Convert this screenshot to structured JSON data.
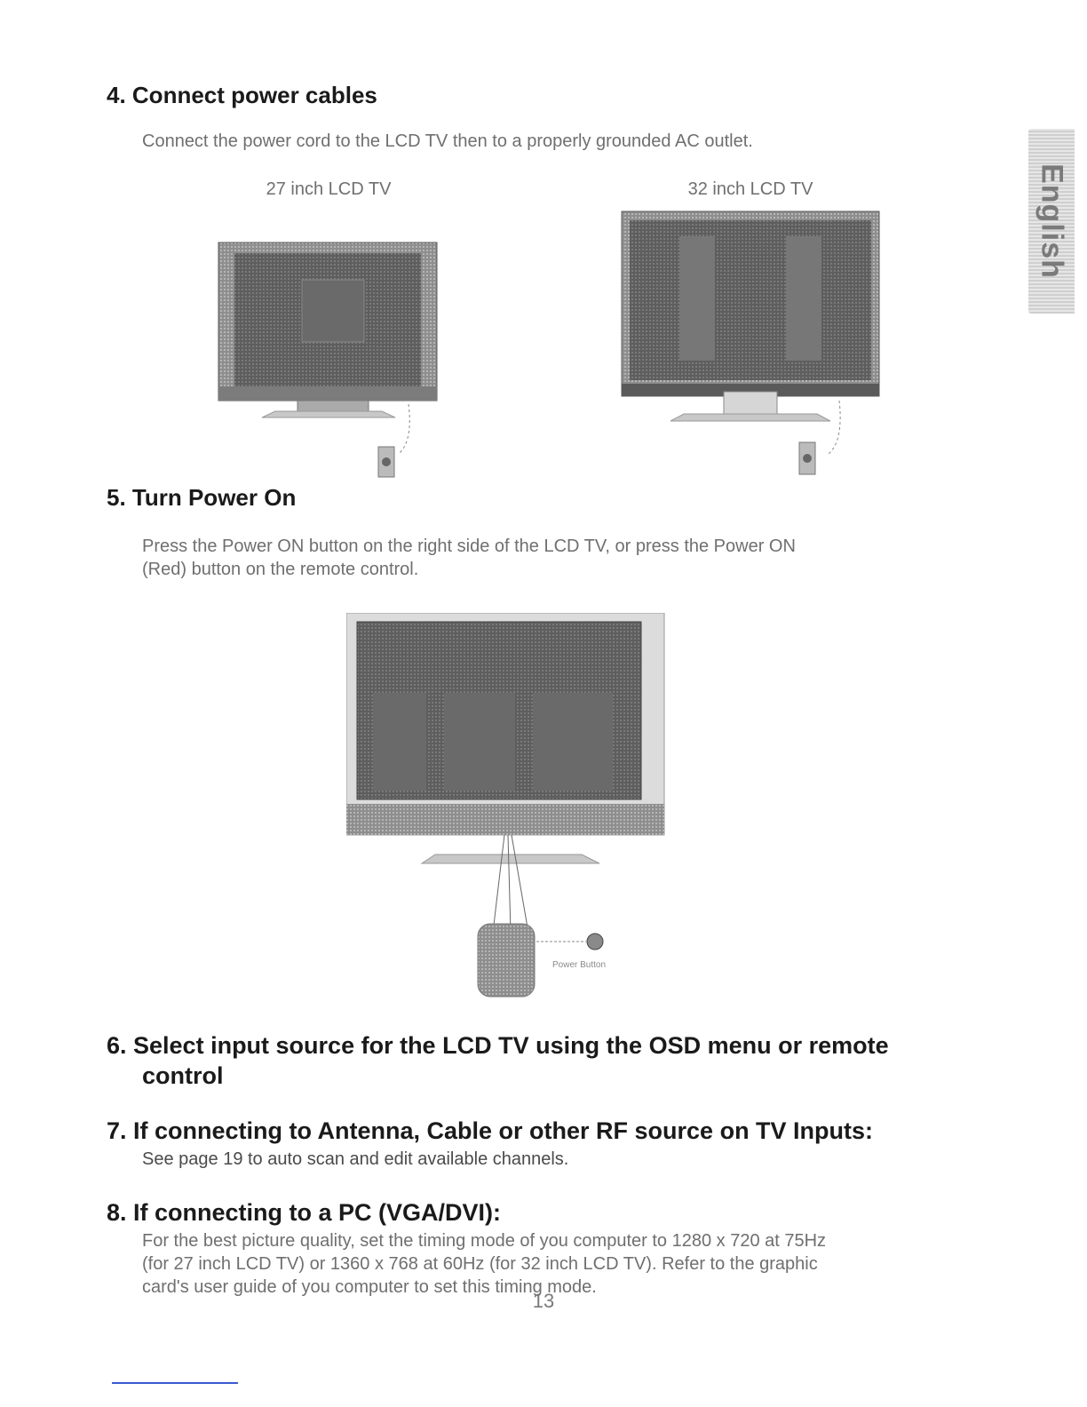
{
  "language_tab": "English",
  "sections": {
    "s4": {
      "heading": "4. Connect power cables",
      "body": "Connect the power cord to the LCD TV then to a properly grounded AC outlet.",
      "caption_27": "27 inch LCD TV",
      "caption_32": "32 inch LCD TV"
    },
    "s5": {
      "heading": "5. Turn Power On",
      "body_line1": "Press the Power ON button on the right side of the LCD TV, or press the Power ON",
      "body_line2": "(Red) button on the remote control.",
      "power_label": "Power Button"
    },
    "s6": {
      "heading_line1": "6.  Select input source for the LCD TV using the OSD menu or remote",
      "heading_line2": "control"
    },
    "s7": {
      "heading": "7.  If connecting to Antenna, Cable or other RF source on TV Inputs:",
      "body": "See page 19 to auto scan and edit available channels."
    },
    "s8": {
      "heading": "8.  If connecting to a PC (VGA/DVI):",
      "body_line1": "For the best picture quality, set the timing mode of you computer to 1280 x 720 at 75Hz",
      "body_line2": "(for 27 inch LCD TV) or 1360 x 768 at 60Hz (for 32 inch LCD TV). Refer to the graphic",
      "body_line3": "card's user guide of you computer to set this timing mode."
    }
  },
  "page_number": "13",
  "colors": {
    "tv_body": "#9a9a9a",
    "tv_screen": "#6e6e6e",
    "power_button": "#8a8a8a",
    "footer_rule": "#3b5bd0"
  }
}
